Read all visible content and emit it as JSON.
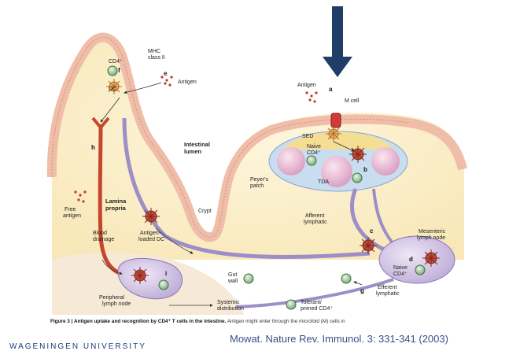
{
  "figure": {
    "labels": {
      "cd4": "CD4⁺",
      "mhc": "MHC",
      "mhc2": "class II",
      "dc": "DC",
      "antigen_top": "Antigen",
      "antigen_right": "Antigen",
      "mcell": "M cell",
      "sed": "SED",
      "naive_cd4_1": "Naive",
      "naive_cd4_2": "CD4⁺",
      "tda": "TDA",
      "peyers_1": "Peyer's",
      "peyers_2": "patch",
      "intestinal_1": "Intestinal",
      "intestinal_2": "lumen",
      "crypt": "Crypt",
      "lamina_1": "Lamina",
      "lamina_2": "propria",
      "free_antigen_1": "Free",
      "free_antigen_2": "antigen",
      "blood_1": "Blood",
      "blood_2": "drainage",
      "antigen_loaded_1": "Antigen-",
      "antigen_loaded_2": "loaded DC",
      "afferent_1": "Afferent",
      "afferent_2": "lymphatic",
      "mesenteric_1": "Mesenteric",
      "mesenteric_2": "lymph node",
      "mes_naive_1": "Naive",
      "mes_naive_2": "CD4⁺",
      "efferent_1": "Efferent",
      "efferent_2": "lymphatic",
      "gut_1": "Gut",
      "gut_2": "wall",
      "tolerant_1": "Tolerant/",
      "tolerant_2": "primed CD4⁺",
      "systemic_1": "Systemic",
      "systemic_2": "distribution",
      "peripheral_1": "Peripheral",
      "peripheral_2": "lymph node"
    },
    "letters": {
      "a": "a",
      "b": "b",
      "c": "c",
      "d": "d",
      "e": "e",
      "f": "f",
      "g": "g",
      "h": "h",
      "i": "i"
    }
  },
  "caption": {
    "bold": "Figure 3 | Antigen uptake and recognition by CD4⁺ T cells in the intestine.",
    "rest": " Antigen might enter through the microfold (M) cells in"
  },
  "citation": "Mowat. Nature Rev. Immunol. 3: 331-341 (2003)",
  "footer": "WAGENINGEN UNIVERSITY",
  "colors": {
    "arrow": "#1f3d66",
    "epithelium": "#f2c7b5",
    "lamina": "#fdf3d2",
    "lymph": "#9c8ec6",
    "blood": "#c6452f",
    "node": "#cdbfe0"
  }
}
